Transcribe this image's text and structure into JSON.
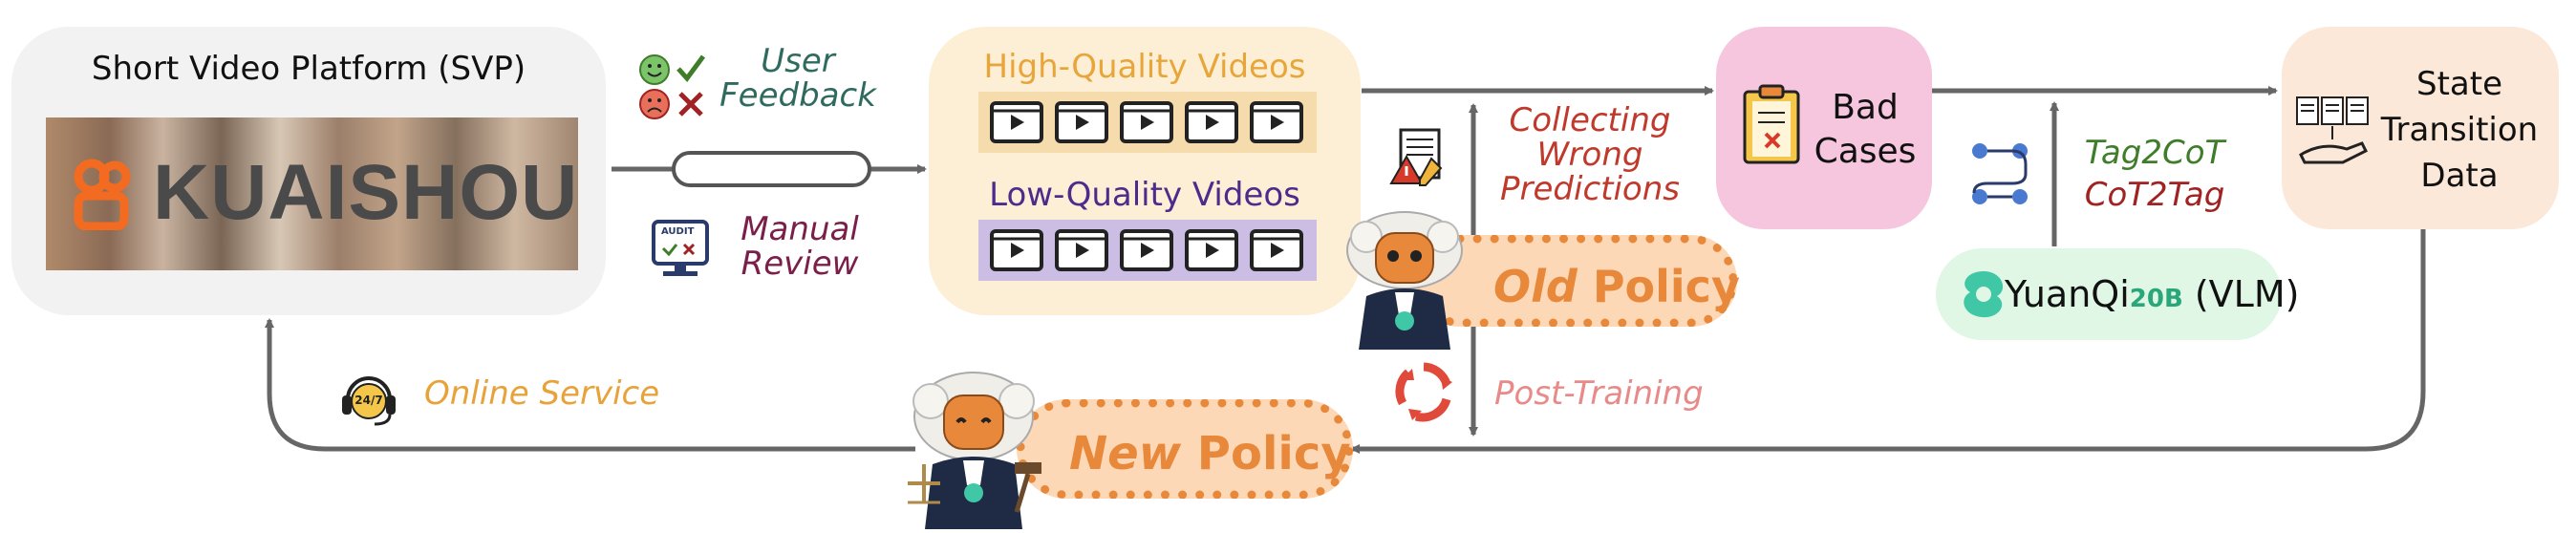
{
  "platform": {
    "title": "Short Video Platform (SVP)",
    "brand": "KUAISHOU"
  },
  "feedback": {
    "user_line1": "User",
    "user_line2": "Feedback",
    "manual_line1": "Manual",
    "manual_line2": "Review",
    "audit_label": "AUDIT"
  },
  "videos": {
    "high_label": "High-Quality Videos",
    "low_label": "Low-Quality Videos"
  },
  "collect": {
    "line1": "Collecting",
    "line2": "Wrong",
    "line3": "Predictions"
  },
  "bad_cases": {
    "line1": "Bad",
    "line2": "Cases"
  },
  "tags": {
    "line1": "Tag2CoT",
    "line2": "CoT2Tag"
  },
  "vlm": {
    "name": "YuanQi",
    "sub": "20B",
    "suffix": " (VLM)"
  },
  "state": {
    "line1": "State",
    "line2": "Transition",
    "line3": "Data"
  },
  "old_policy": {
    "word1": "Old",
    "word2": "Policy"
  },
  "new_policy": {
    "word1": "New",
    "word2": "Policy"
  },
  "post_training": "Post-Training",
  "online": {
    "label": "Online Service",
    "badge": "24/7"
  },
  "colors": {
    "platform_bg": "#f2f2f2",
    "videos_bg": "#fcefd6",
    "bad_bg": "#f5c6de",
    "state_bg": "#fce8d8",
    "vlm_bg": "#dff7e4",
    "policy_orange": "#e8883a",
    "user_feedback": "#2e6b5e",
    "manual_review": "#7a1f4a",
    "collect_red": "#c0392b",
    "tag_green": "#3f7d2a",
    "tag_red": "#a02222",
    "post_training": "#e88a8a",
    "online_orange": "#e8a23a",
    "high_quality": "#e8a63a",
    "low_quality": "#4b2c8c",
    "arrow": "#666666"
  }
}
